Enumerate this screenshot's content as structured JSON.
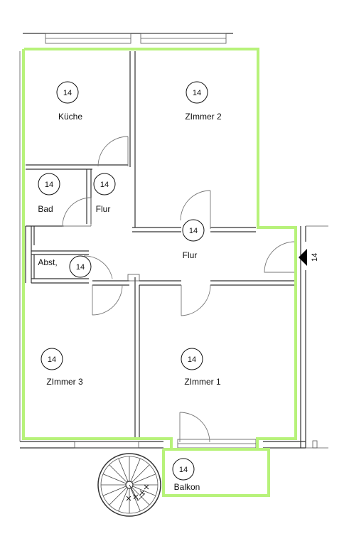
{
  "colors": {
    "outline": "#b7f27a",
    "walls": "#333333",
    "doors": "#777777"
  },
  "rooms": [
    {
      "id": "kueche",
      "name": "Küche",
      "tag": "14"
    },
    {
      "id": "zimmer2",
      "name": "ZImmer 2",
      "tag": "14"
    },
    {
      "id": "bad",
      "name": "Bad",
      "tag": "14"
    },
    {
      "id": "flur-small",
      "name": "Flur",
      "tag": "14"
    },
    {
      "id": "flur",
      "name": "Flur",
      "tag": "14"
    },
    {
      "id": "abst",
      "name": "Abst,",
      "tag": "14"
    },
    {
      "id": "zimmer3",
      "name": "ZImmer 3",
      "tag": "14"
    },
    {
      "id": "zimmer1",
      "name": "ZImmer 1",
      "tag": "14"
    },
    {
      "id": "balkon",
      "name": "Balkon",
      "tag": "14"
    }
  ],
  "entrance": {
    "label": "14",
    "icon": "triangle-marker-icon"
  },
  "stair": {
    "icon": "spiral-staircase-icon"
  }
}
